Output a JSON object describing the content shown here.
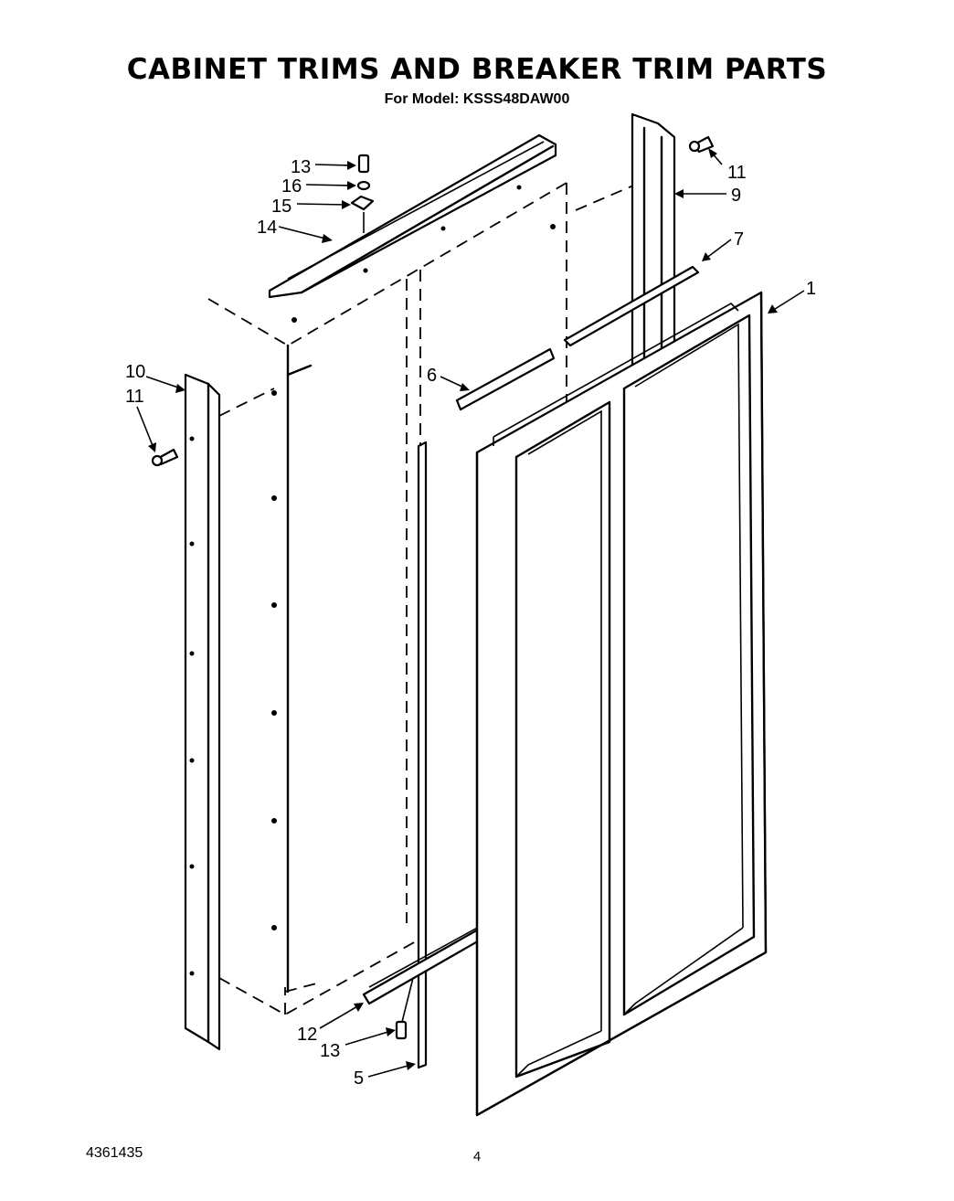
{
  "header": {
    "title": "CABINET TRIMS AND BREAKER TRIM PARTS",
    "subtitle": "For Model: KSSS48DAW00"
  },
  "footer": {
    "doc_number": "4361435",
    "page_number": "4"
  },
  "callouts": {
    "p13a": "13",
    "p16": "16",
    "p15": "15",
    "p14": "14",
    "p11a": "11",
    "p9": "9",
    "p7": "7",
    "p1": "1",
    "p10": "10",
    "p11b": "11",
    "p6": "6",
    "p12": "12",
    "p13b": "13",
    "p5": "5"
  }
}
